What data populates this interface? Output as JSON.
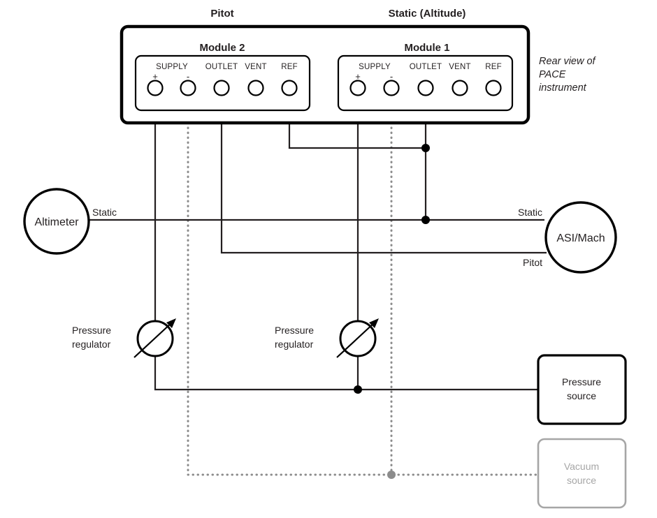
{
  "title_labels": {
    "pitot": "Pitot",
    "static": "Static (Altitude)"
  },
  "instrument": {
    "note_line1": "Rear view of",
    "note_line2": "PACE",
    "note_line3": "instrument",
    "modules": [
      {
        "name": "Module 2",
        "column_label": "Pitot",
        "port_groups": [
          {
            "label": "SUPPLY",
            "ports": [
              {
                "sign": "+"
              },
              {
                "sign": "-"
              }
            ]
          },
          {
            "label": "OUTLET",
            "ports": [
              {
                "sign": ""
              }
            ]
          },
          {
            "label": "VENT",
            "ports": [
              {
                "sign": ""
              }
            ]
          },
          {
            "label": "REF",
            "ports": [
              {
                "sign": ""
              }
            ]
          }
        ]
      },
      {
        "name": "Module 1",
        "column_label": "Static (Altitude)",
        "port_groups": [
          {
            "label": "SUPPLY",
            "ports": [
              {
                "sign": "+"
              },
              {
                "sign": "-"
              }
            ]
          },
          {
            "label": "OUTLET",
            "ports": [
              {
                "sign": ""
              }
            ]
          },
          {
            "label": "VENT",
            "ports": [
              {
                "sign": ""
              }
            ]
          },
          {
            "label": "REF",
            "ports": [
              {
                "sign": ""
              }
            ]
          }
        ]
      }
    ]
  },
  "gauges": {
    "altimeter": "Altimeter",
    "asi_mach": "ASI/Mach"
  },
  "line_labels": {
    "altimeter_static": "Static",
    "asi_static": "Static",
    "asi_pitot": "Pitot"
  },
  "regulators": [
    {
      "line1": "Pressure",
      "line2": "regulator"
    },
    {
      "line1": "Pressure",
      "line2": "regulator"
    }
  ],
  "sources": {
    "pressure": {
      "line1": "Pressure",
      "line2": "source"
    },
    "vacuum": {
      "line1": "Vacuum",
      "line2": "source"
    }
  },
  "colors": {
    "ink": "#231f20",
    "dim": "#a6a6a6",
    "vacuum_line": "#8c8c8c",
    "background": "#ffffff"
  }
}
